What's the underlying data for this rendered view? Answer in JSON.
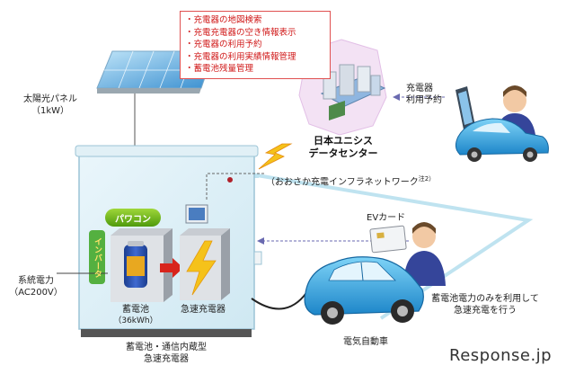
{
  "features": [
    "・充電器の地図検索",
    "・充電充電器の空き情報表示",
    "・充電器の利用予約",
    "・充電器の利用実績情報管理",
    "・蓄電池残量管理"
  ],
  "solar": {
    "label1": "太陽光パネル",
    "label2": "（1kW）"
  },
  "datacenter": {
    "line1": "日本ユニシス",
    "line2": "データセンター"
  },
  "network_label": "（おおさか充電インフラネットワーク",
  "network_note": "注2）",
  "reservation": {
    "line1": "充電器",
    "line2": "利用予約"
  },
  "ev_card": "EVカード",
  "power_conditioner": "パワコン",
  "inverter": "インバータ",
  "grid": {
    "line1": "系統電力",
    "line2": "（AC200V）"
  },
  "battery": {
    "label": "蓄電池",
    "capacity": "（36kWh）"
  },
  "fast_charger": "急速充電器",
  "cabinet": {
    "line1": "蓄電池・通信内蔵型",
    "line2": "急速充電器"
  },
  "battery_only": {
    "line1": "蓄電池電力のみを利用して",
    "line2": "急速充電を行う"
  },
  "ev": "電気自動車",
  "brand": "Response.jp"
}
